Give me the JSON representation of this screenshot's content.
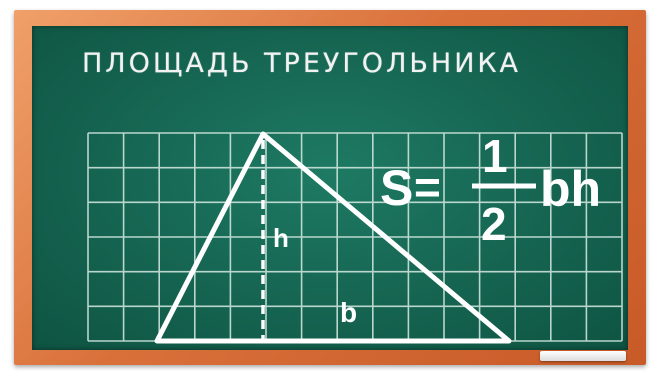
{
  "board": {
    "title": "ПЛОЩАДЬ ТРЕУГОЛЬНИКА",
    "colors": {
      "frame": "#d9703a",
      "board": "#14624f",
      "chalk": "#ffffff",
      "grid": "#cfe5dc"
    }
  },
  "formula": {
    "lhs": "S",
    "equals": "=",
    "numerator": "1",
    "denominator": "2",
    "rhs": "bh"
  },
  "triangle": {
    "height_label": "h",
    "base_label": "b"
  },
  "decor": {
    "chalk_piece": "chalk-stick-icon"
  }
}
